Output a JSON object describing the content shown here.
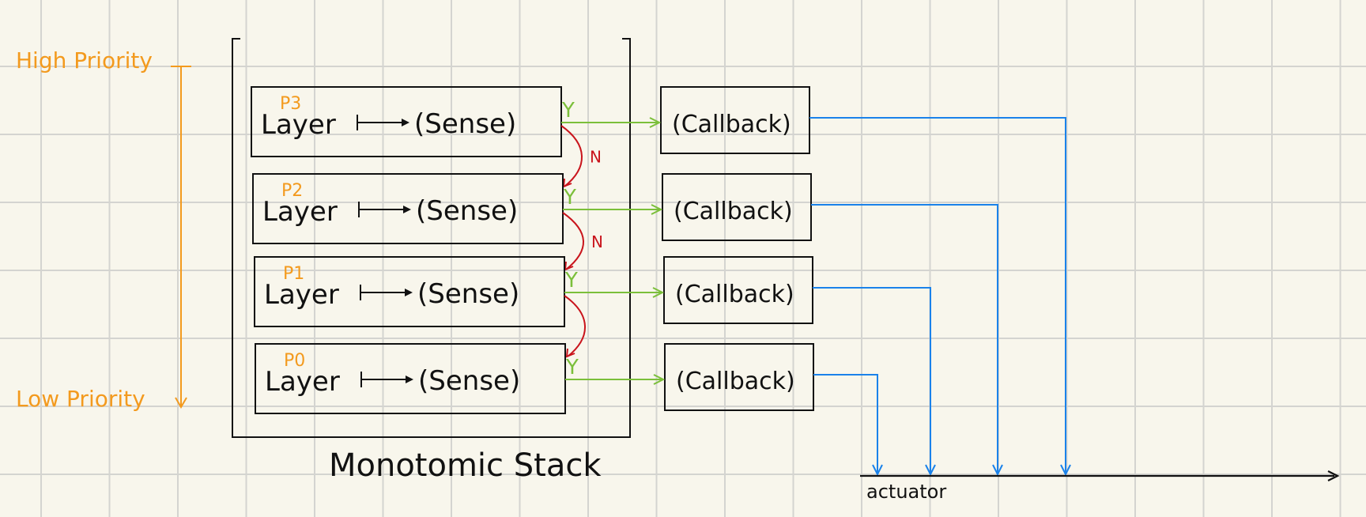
{
  "colors": {
    "background": "#f8f6ec",
    "grid": "#d4d4d0",
    "ink": "#111111",
    "priority": "#f39a1e",
    "yes": "#7bbf3a",
    "no": "#c9141c",
    "output": "#1a82ea"
  },
  "priority_axis": {
    "high_label": "High Priority",
    "low_label": "Low Priority"
  },
  "stack": {
    "title": "Monotomic Stack",
    "layers": [
      {
        "tag": "P3",
        "layer": "Layer",
        "sense": "(Sense)",
        "callback": "(Callback)",
        "yes": "Y",
        "no": "N"
      },
      {
        "tag": "P2",
        "layer": "Layer",
        "sense": "(Sense)",
        "callback": "(Callback)",
        "yes": "Y",
        "no": "N"
      },
      {
        "tag": "P1",
        "layer": "Layer",
        "sense": "(Sense)",
        "callback": "(Callback)",
        "yes": "Y",
        "no": ""
      },
      {
        "tag": "P0",
        "layer": "Layer",
        "sense": "(Sense)",
        "callback": "(Callback)",
        "yes": "Y",
        "no": null
      }
    ]
  },
  "actuator": {
    "label": "actuator"
  }
}
